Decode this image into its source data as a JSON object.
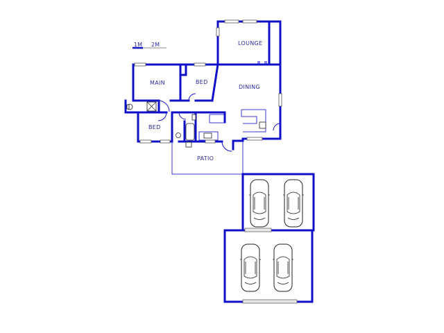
{
  "scale": {
    "label_1": "1M",
    "label_2": "2M"
  },
  "rooms": {
    "lounge": "LOUNGE",
    "main": "MAIN",
    "bed_1": "BED",
    "dining": "DINING",
    "bed_2": "BED",
    "patio": "PATIO"
  },
  "colors": {
    "wall": "#1010c8",
    "label": "#2a2aa0"
  },
  "garage": {
    "car_count": 4
  }
}
